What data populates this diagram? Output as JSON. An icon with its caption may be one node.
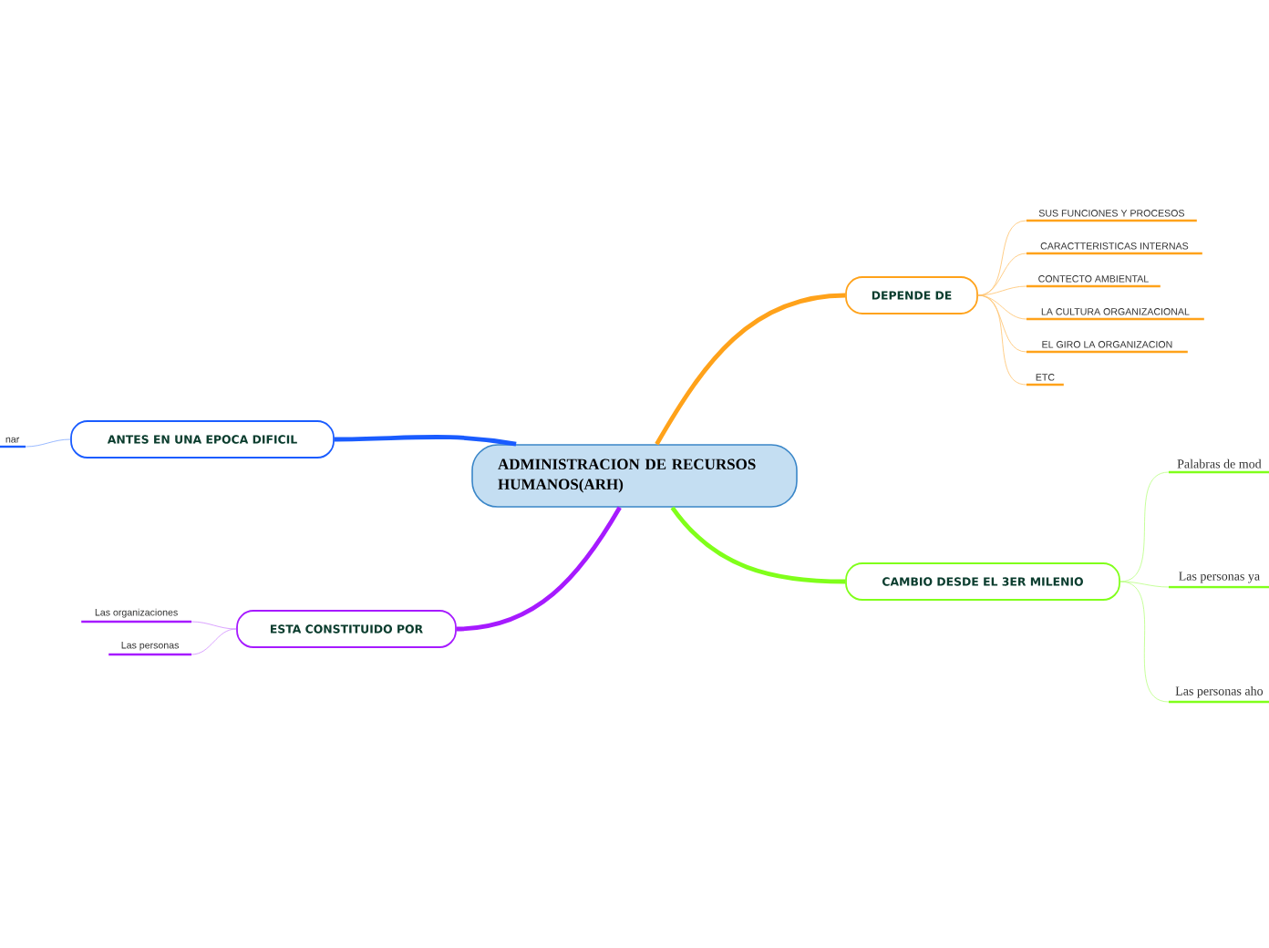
{
  "diagram": {
    "nodes": [
      {
        "text": [
          "ADMINISTRACION DE RECURSOS HUMANOS(ARH)"
        ]
      },
      {
        "text": [
          "DEPENDE DE"
        ]
      },
      {
        "text": [
          "SUS FUNCIONES Y PROCESOS"
        ]
      },
      {
        "text": [
          "CARACTTERISTICAS INTERNAS"
        ]
      },
      {
        "text": [
          "CONTECTO AMBIENTAL"
        ]
      },
      {
        "text": [
          "LA CULTURA ORGANIZACIONAL"
        ]
      },
      {
        "text": [
          "EL GIRO LA ORGANIZACION"
        ]
      },
      {
        "text": [
          "ETC"
        ]
      },
      {
        "text": [
          "CAMBIO DESDE EL 3ER MILENIO"
        ]
      },
      {
        "text": [
          "Palabras de mod"
        ]
      },
      {
        "text": [
          "Las personas ya"
        ]
      },
      {
        "text": [
          "Las personas aho"
        ]
      },
      {
        "text": [
          "ESTA CONSTITUIDO POR"
        ]
      },
      {
        "text": [
          "Las organizaciones"
        ]
      },
      {
        "text": [
          "Las personas"
        ]
      },
      {
        "text": [
          "ANTES EN UNA EPOCA DIFICIL"
        ]
      },
      {
        "text": [
          "nar"
        ]
      }
    ],
    "edges": [
      {
        "from": 0,
        "to": 1,
        "arrow": "none",
        "style": "thick",
        "color": "#ffa21a"
      },
      {
        "from": 1,
        "to": 2,
        "arrow": "none",
        "color": "#ffc26b"
      },
      {
        "from": 1,
        "to": 3,
        "arrow": "none",
        "color": "#ffc26b"
      },
      {
        "from": 1,
        "to": 4,
        "arrow": "none",
        "color": "#ffc26b"
      },
      {
        "from": 1,
        "to": 5,
        "arrow": "none",
        "color": "#ffc26b"
      },
      {
        "from": 1,
        "to": 6,
        "arrow": "none",
        "color": "#ffc26b"
      },
      {
        "from": 1,
        "to": 7,
        "arrow": "none",
        "color": "#ffc26b"
      },
      {
        "from": 0,
        "to": 8,
        "arrow": "none",
        "style": "thick",
        "color": "#80ff1a"
      },
      {
        "from": 8,
        "to": 9,
        "arrow": "none",
        "color": "#b8ff80"
      },
      {
        "from": 8,
        "to": 10,
        "arrow": "none",
        "color": "#b8ff80"
      },
      {
        "from": 8,
        "to": 11,
        "arrow": "none",
        "color": "#b8ff80"
      },
      {
        "from": 0,
        "to": 12,
        "arrow": "none",
        "style": "thick",
        "color": "#a61aff"
      },
      {
        "from": 12,
        "to": 13,
        "arrow": "none",
        "color": "#d08cff"
      },
      {
        "from": 12,
        "to": 14,
        "arrow": "none",
        "color": "#d08cff"
      },
      {
        "from": 0,
        "to": 15,
        "arrow": "none",
        "style": "thick",
        "color": "#1a5cff"
      },
      {
        "from": 15,
        "to": 16,
        "arrow": "none",
        "color": "#80a8ff"
      }
    ]
  }
}
